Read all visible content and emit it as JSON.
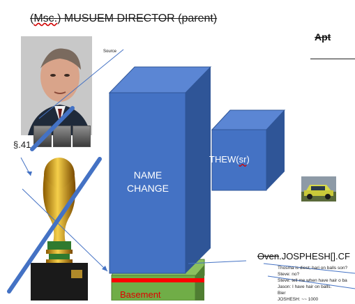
{
  "title": {
    "text_prefix": "(",
    "text_squiggle": "Msc.",
    "text_rest": ") MUSUEM DIRECTOR (parent)"
  },
  "apt_label": "Apt",
  "source_tag": "Source",
  "section_label": "§.41",
  "boxes": {
    "name_change": "NAME\nCHANGE",
    "thew_prefix": "THEW(",
    "thew_squiggle": "sr",
    "thew_suffix": ")",
    "basement": "Basement",
    "box_color": "#4472c4",
    "box_side_color": "#2f5597",
    "base_green": "#70ad47",
    "base_red": "#ff0000"
  },
  "oven_label": {
    "struck": "Oven",
    "rest": ".JOSPHESH[].CF"
  },
  "chat_lines": [
    "Thosma is diest; hari on balls son?",
    "Steve: no?",
    "Steve: tell me when have hair o ba",
    "Jason: I have hair on balls.",
    "Bier",
    "JOSHESH: ~~ 1000"
  ],
  "icons": {
    "portrait": "person-photo",
    "trophy": "world-cup-trophy-icon",
    "car": "car-photo"
  }
}
